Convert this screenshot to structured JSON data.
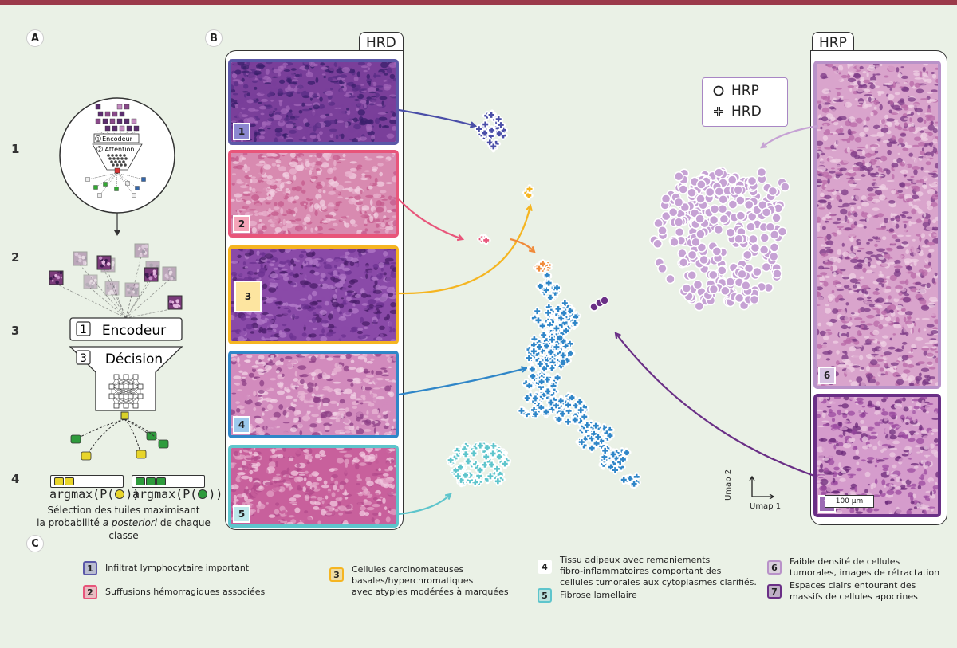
{
  "sections": {
    "a": "A",
    "b": "B",
    "c": "C"
  },
  "steps": [
    "1",
    "2",
    "3",
    "4"
  ],
  "pipeline": {
    "mini_encoder": "Encodeur",
    "mini_attention": "Attention",
    "mini_num1": "1",
    "mini_num2": "2",
    "encoder_num": "1",
    "encoder_label": "Encodeur",
    "decision_num": "3",
    "decision_label": "Décision",
    "argmax_left": "argmax(P(",
    "argmax_right": "argmax(P(",
    "paren_close": "))",
    "selection_line1": "Sélection des tuiles maximisant",
    "selection_line2_pre": "la probabilité ",
    "selection_line2_em": "a posteriori",
    "selection_line2_post": " de chaque classe"
  },
  "panels": {
    "hrd_title": "HRD",
    "hrp_title": "HRP"
  },
  "tiles": [
    {
      "num": "1",
      "color": "#5b58a8"
    },
    {
      "num": "2",
      "color": "#e8557a"
    },
    {
      "num": "3",
      "color": "#f5b521"
    },
    {
      "num": "4",
      "color": "#2f86c8"
    },
    {
      "num": "5",
      "color": "#5ec5cc"
    },
    {
      "num": "6",
      "color": "#b992c9"
    },
    {
      "num": "7",
      "color": "#6a2f86"
    }
  ],
  "scale_bar": "100 µm",
  "legend": {
    "circle_label": "HRP",
    "cross_label": "HRD"
  },
  "axes": {
    "umap1": "Umap 1",
    "umap2": "Umap 2"
  },
  "captions": [
    {
      "num": "1",
      "color": "#5b58a8",
      "text": [
        "Infiltrat lymphocytaire important"
      ]
    },
    {
      "num": "2",
      "color": "#e8557a",
      "text": [
        "Suffusions hémorragiques associées"
      ]
    },
    {
      "num": "3",
      "color": "#f5b521",
      "text": [
        "Cellules carcinomateuses",
        "basales/hyperchromatiques",
        "avec atypies modérées à marquées"
      ]
    },
    {
      "num": "4",
      "color": "#ffffff",
      "text": [
        "Tissu adipeux avec remaniements",
        "fibro-inflammatoires comportant des",
        "cellules tumorales aux cytoplasmes clarifiés."
      ]
    },
    {
      "num": "5",
      "color": "#5ec5cc",
      "text": [
        "Fibrose lamellaire"
      ]
    },
    {
      "num": "6",
      "color": "#b992c9",
      "text": [
        "Faible densité de cellules",
        "tumorales, images de rétractation"
      ]
    },
    {
      "num": "7",
      "color": "#6a2f86",
      "text": [
        "Espaces clairs entourant des",
        "massifs de cellules apocrines"
      ]
    }
  ]
}
